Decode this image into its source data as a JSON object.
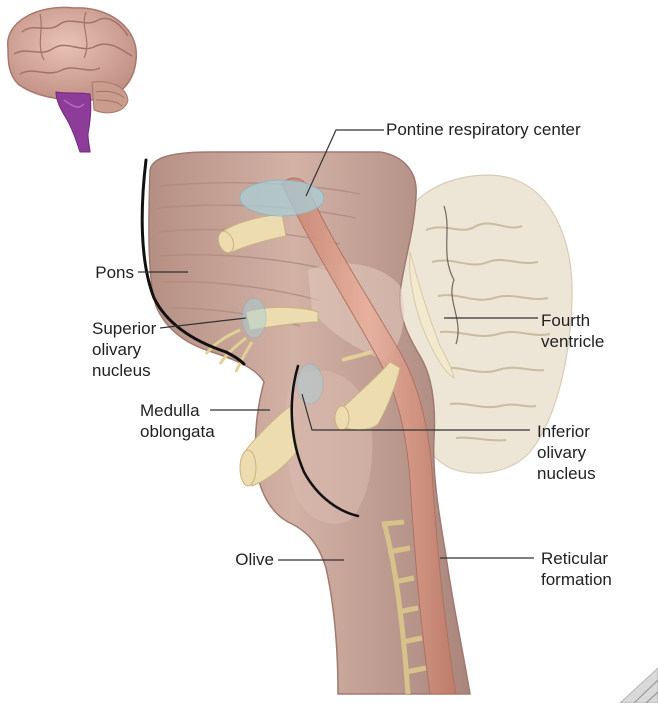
{
  "diagram": {
    "labels": {
      "pontine_respiratory_center": "Pontine respiratory center",
      "pons": "Pons",
      "superior_olivary_nucleus": "Superior\nolivary\nnucleus",
      "medulla_oblongata": "Medulla\noblongata",
      "olive": "Olive",
      "fourth_ventricle": "Fourth\nventricle",
      "inferior_olivary_nucleus": "Inferior\nolivary\nnucleus",
      "reticular_formation": "Reticular\nformation"
    },
    "colors": {
      "tissue": "#c9a79b",
      "tissue_dark": "#a98378",
      "nerve": "#ecdcb0",
      "cerebellum": "#ede5d6",
      "reticular": "#d99a86",
      "nucleus_highlight": "#a9cfd8",
      "brainstem_highlight": "#8e3c9a",
      "leader_line": "#333333"
    }
  }
}
